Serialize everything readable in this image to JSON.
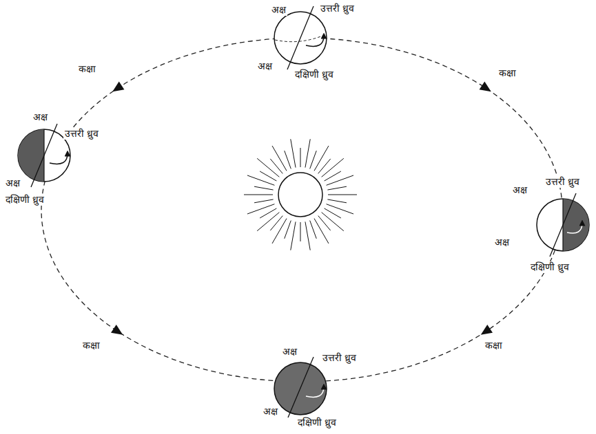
{
  "diagram": {
    "labels": [
      "अक्ष",
      "उत्तरी ध्रुव",
      "अक्ष",
      "दक्षिणी ध्रुव",
      "कक्षा",
      "कक्षा",
      "अक्ष",
      "उत्तरी ध्रुव",
      "अक्ष",
      "दक्षिणी ध्रुव",
      "अक्ष",
      "उत्तरी ध्रुव",
      "अक्ष",
      "दक्षिणी ध्रुव",
      "कक्षा",
      "कक्षा",
      "अक्ष",
      "उत्तरी ध्रुव",
      "अक्ष",
      "दक्षिणी ध्रुव"
    ]
  }
}
